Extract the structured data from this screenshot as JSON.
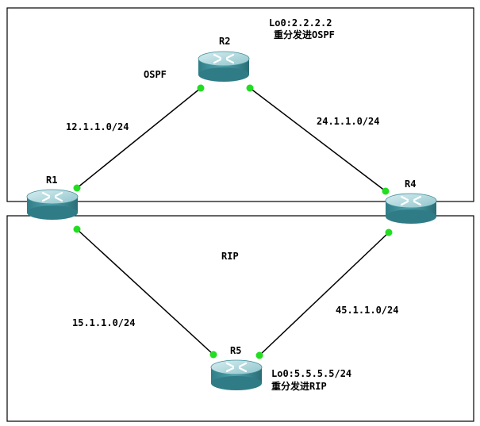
{
  "colors": {
    "background": "#ffffff",
    "line": "#000000",
    "port": "#22dd22",
    "router_top": "#b9dde2",
    "router_side": "#3f8f99",
    "router_dark": "#2d6f78"
  },
  "areas": [
    {
      "id": "ospf-area",
      "label": "OSPF"
    },
    {
      "id": "rip-area",
      "label": "RIP"
    }
  ],
  "routers": [
    {
      "id": "R1",
      "label": "R1",
      "icon": "router-icon"
    },
    {
      "id": "R2",
      "label": "R2",
      "icon": "router-icon",
      "notes": [
        "Lo0:2.2.2.2",
        "重分发进OSPF"
      ]
    },
    {
      "id": "R4",
      "label": "R4",
      "icon": "router-icon"
    },
    {
      "id": "R5",
      "label": "R5",
      "icon": "router-icon",
      "notes": [
        "Lo0:5.5.5.5/24",
        "重分发进RIP"
      ]
    }
  ],
  "links": [
    {
      "from": "R1",
      "to": "R2",
      "label": "12.1.1.0/24"
    },
    {
      "from": "R2",
      "to": "R4",
      "label": "24.1.1.0/24"
    },
    {
      "from": "R1",
      "to": "R5",
      "label": "15.1.1.0/24"
    },
    {
      "from": "R4",
      "to": "R5",
      "label": "45.1.1.0/24"
    }
  ]
}
